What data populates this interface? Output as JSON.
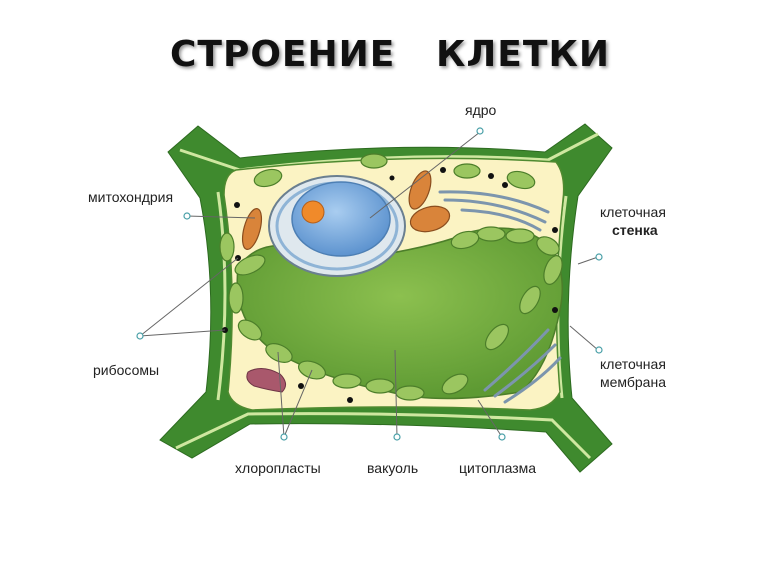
{
  "title": "СТРОЕНИЕ   КЛЕТКИ",
  "labels": {
    "nucleus": "ядро",
    "mitochondria": "митохондрия",
    "cell_wall_1": "клеточная",
    "cell_wall_2": "стенка",
    "ribosomes": "рибосомы",
    "membrane_1": "клеточная",
    "membrane_2": "мембрана",
    "chloroplasts": "хлоропласты",
    "vacuole": "вакуоль",
    "cytoplasm": "цитоплазма"
  },
  "colors": {
    "wall": "#3f8a2e",
    "cytoplasm": "#fbf3c3",
    "vacuole": "#7db443",
    "nucleus": "#6fa3d8",
    "nucleolus": "#f08a2a",
    "mitochondria": "#d9843a"
  }
}
